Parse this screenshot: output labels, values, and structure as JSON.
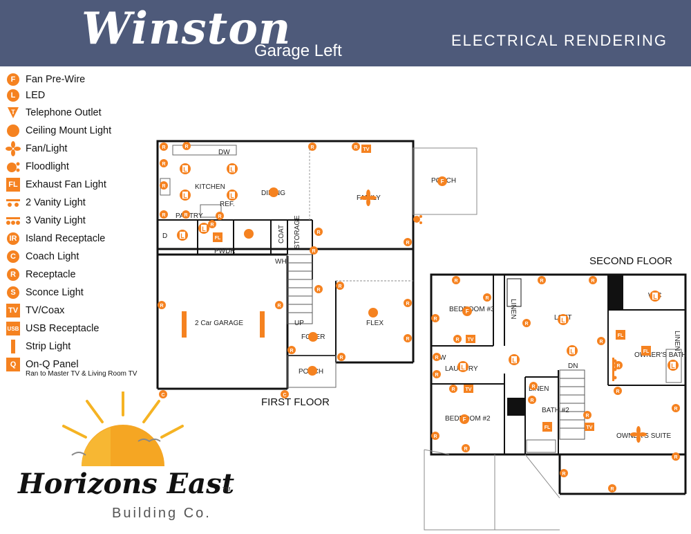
{
  "header": {
    "title": "Winston",
    "subtitle": "Garage Left",
    "doc_type": "ELECTRICAL RENDERING"
  },
  "colors": {
    "header_bg": "#4e5a7a",
    "symbol": "#f58220",
    "wall": "#111111"
  },
  "legend": [
    {
      "glyph": "F",
      "shape": "circle",
      "label": "Fan Pre-Wire"
    },
    {
      "glyph": "L",
      "shape": "burst",
      "label": "LED"
    },
    {
      "glyph": "T",
      "shape": "triangle",
      "label": "Telephone Outlet"
    },
    {
      "glyph": "",
      "shape": "burst-circle",
      "label": "Ceiling Mount Light"
    },
    {
      "glyph": "",
      "shape": "fan",
      "label": "Fan/Light"
    },
    {
      "glyph": "",
      "shape": "flood",
      "label": "Floodlight"
    },
    {
      "glyph": "FL",
      "shape": "square",
      "label": "Exhaust Fan Light"
    },
    {
      "glyph": "",
      "shape": "vanity2",
      "label": "2 Vanity Light"
    },
    {
      "glyph": "",
      "shape": "vanity3",
      "label": "3 Vanity Light"
    },
    {
      "glyph": "IR",
      "shape": "circle",
      "label": "Island Receptacle"
    },
    {
      "glyph": "C",
      "shape": "circle",
      "label": "Coach Light"
    },
    {
      "glyph": "R",
      "shape": "circle",
      "label": "Receptacle"
    },
    {
      "glyph": "S",
      "shape": "circle",
      "label": "Sconce Light"
    },
    {
      "glyph": "TV",
      "shape": "square",
      "label": "TV/Coax"
    },
    {
      "glyph": "USB",
      "shape": "square",
      "label": "USB Receptacle"
    },
    {
      "glyph": "",
      "shape": "strip",
      "label": "Strip Light"
    },
    {
      "glyph": "Q",
      "shape": "square",
      "label": "On-Q Panel",
      "sub": "Ran to Master TV & Living Room TV"
    }
  ],
  "first_floor": {
    "label": "FIRST FLOOR",
    "rooms": {
      "kitchen": "KITCHEN",
      "dining": "DINING",
      "family": "FAMILY",
      "porch_rear": "PORCH",
      "pantry": "PANTRY",
      "ref": "REF.",
      "dw": "DW",
      "pwdr": "PWDR",
      "coat": "COAT",
      "storage": "STORAGE",
      "wh": "WH",
      "d": "D",
      "garage": "2 Car GARAGE",
      "foyer": "FOYER",
      "flex": "FLEX",
      "porch_front": "PORCH",
      "up": "UP"
    }
  },
  "second_floor": {
    "label": "SECOND FLOOR",
    "rooms": {
      "bed3": "BEDROOM #3",
      "loft": "LOFT",
      "wic": "WIC",
      "bed2": "BEDROOM #2",
      "laundry": "LAUNDRY",
      "linen1": "LINEN",
      "linen2": "LINEN",
      "linen3": "LINEN",
      "bath2": "BATH #2",
      "owners_bath": "OWNER'S BATH",
      "owners_suite": "OWNER'S SUITE",
      "dn": "DN",
      "w": "W"
    }
  },
  "logo": {
    "name": "Horizons East",
    "tm": "TM",
    "sub": "Building Co."
  }
}
